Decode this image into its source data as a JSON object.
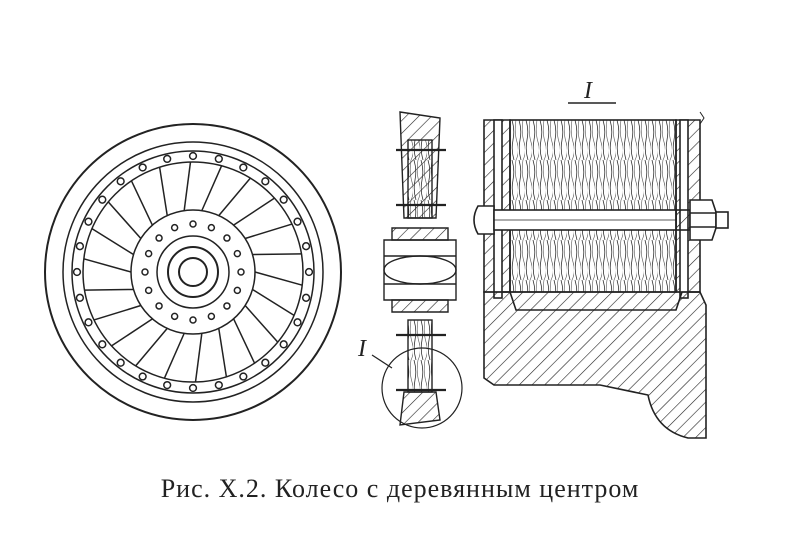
{
  "caption": "Рис. X.2. Колесо с деревянным центром",
  "labels": {
    "detail_marker_side": "I",
    "detail_title": "I"
  },
  "colors": {
    "ink": "#222222",
    "background": "#ffffff"
  }
}
